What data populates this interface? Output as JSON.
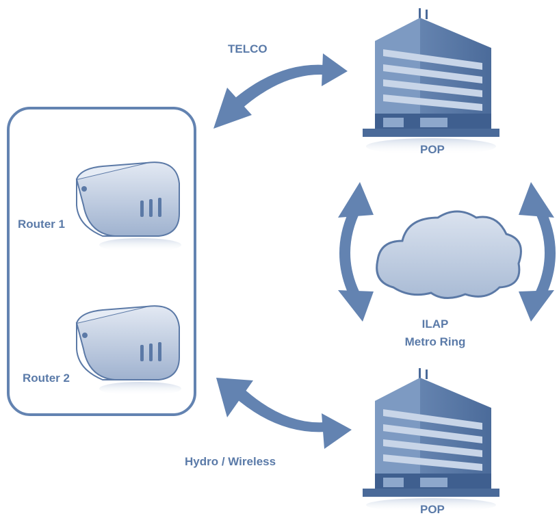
{
  "labels": {
    "telco": "TELCO",
    "hydro_wireless": "Hydro / Wireless",
    "router_1": "Router 1",
    "router_2": "Router 2",
    "pop_top": "POP",
    "pop_bottom": "POP",
    "metro_ring_line1": "ILAP",
    "metro_ring_line2": "Metro Ring"
  },
  "colors": {
    "label": "#5a7aa8",
    "arrow": "#6383b1",
    "frame": "#6383b1",
    "building_dark": "#4a6a99",
    "building_light": "#b8c7dc",
    "cloud_fill": "#bccbe0",
    "router_fill": "#c3d0e3"
  },
  "icons": [
    "building-icon",
    "router-icon",
    "cloud-icon",
    "curved-arrow-icon"
  ]
}
